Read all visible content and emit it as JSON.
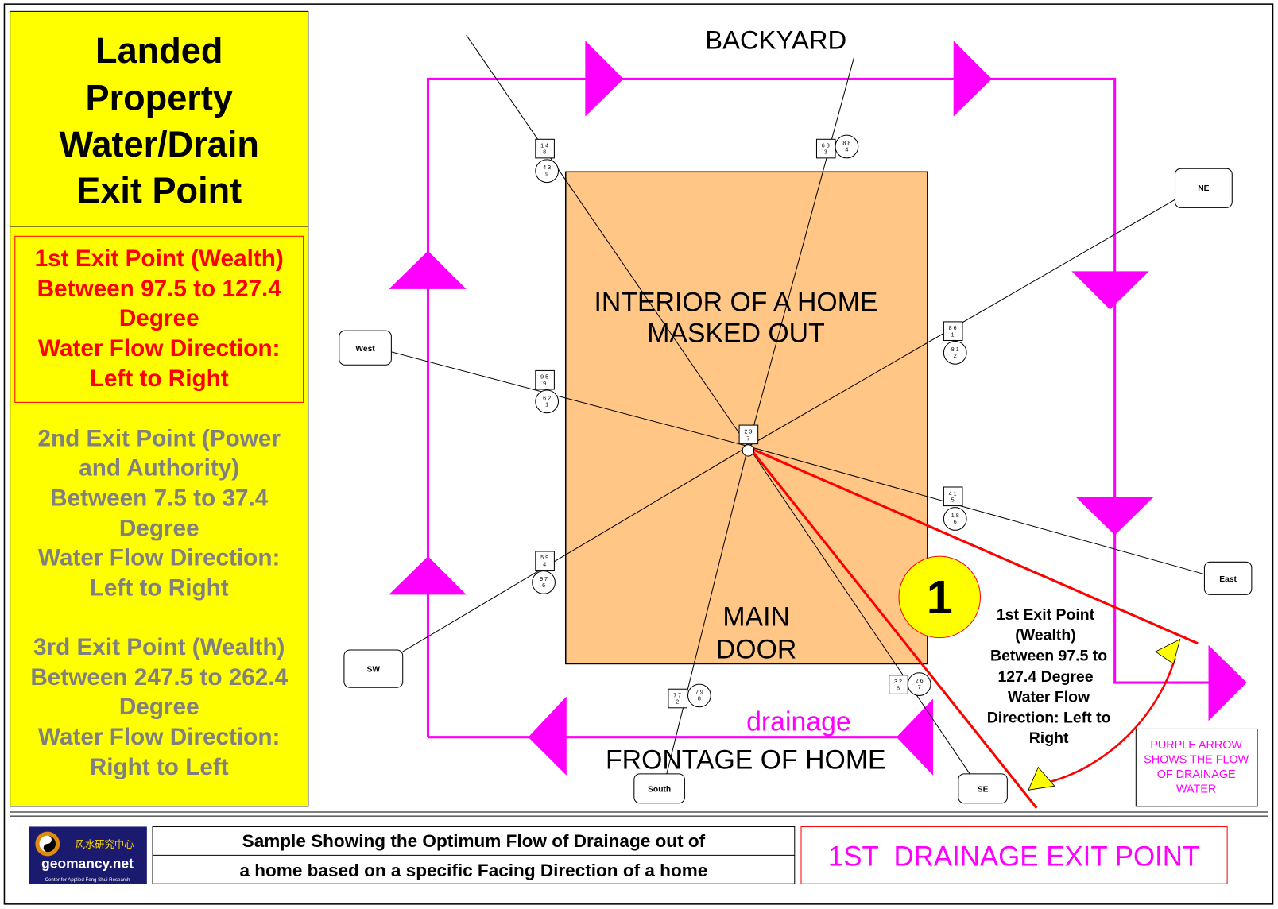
{
  "title_lines": [
    "Landed",
    "Property",
    "Water/Drain",
    "Exit Point"
  ],
  "exit1": {
    "lines": [
      "1st Exit Point (Wealth)",
      "Between 97.5 to 127.4",
      "Degree",
      "Water Flow Direction:",
      "Left to Right"
    ]
  },
  "exit2": {
    "lines": [
      "2nd Exit Point (Power",
      "and Authority)",
      "Between 7.5 to 37.4",
      "Degree",
      "Water Flow Direction:",
      "Left to Right"
    ]
  },
  "exit3": {
    "lines": [
      "3rd Exit Point (Wealth)",
      "Between 247.5 to 262.4",
      "Degree",
      "Water Flow Direction:",
      "Right to Left"
    ]
  },
  "diagram": {
    "backyard": "BACKYARD",
    "interior": [
      "INTERIOR OF A HOME",
      "MASKED OUT"
    ],
    "main_door": [
      "MAIN",
      "DOOR"
    ],
    "drainage": "drainage",
    "frontage": "FRONTAGE OF HOME",
    "marker_number": "1",
    "directions": {
      "west": "West",
      "ne": "NE",
      "east": "East",
      "sw": "SW",
      "south": "South",
      "se": "SE"
    },
    "stars": {
      "nw_sq": [
        "1 4",
        "8"
      ],
      "nw_ci": [
        "4 3",
        "9"
      ],
      "n_sq": [
        "6 8",
        "3"
      ],
      "n_ci": [
        "8 8",
        "4"
      ],
      "ne_sq": [
        "8 6",
        "1"
      ],
      "ne_ci": [
        "8 1",
        "2"
      ],
      "w_sq": [
        "9 5",
        "9"
      ],
      "w_ci": [
        "6 2",
        "1"
      ],
      "c_sq": [
        "2 3",
        "7"
      ],
      "e_sq": [
        "4 1",
        "5"
      ],
      "e_ci": [
        "1 8",
        "6"
      ],
      "sw_sq": [
        "5 9",
        "4"
      ],
      "sw_ci": [
        "9 7",
        "6"
      ],
      "s_sq": [
        "7 7",
        "2"
      ],
      "s_ci": [
        "7 9",
        "8"
      ],
      "se_sq": [
        "3 2",
        "6"
      ],
      "se_ci": [
        "2 6",
        "7"
      ]
    },
    "exit_note": [
      "1st Exit Point",
      "(Wealth)",
      "Between 97.5 to",
      "127.4 Degree",
      "Water Flow",
      "Direction: Left to",
      "Right"
    ],
    "legend": [
      "PURPLE ARROW",
      "SHOWS THE FLOW",
      "OF DRAINAGE",
      "WATER"
    ]
  },
  "footer": {
    "logo_text": "geomancy.net",
    "logo_chinese": "风水研究中心",
    "logo_sub": "Center for Applied Feng Shui Research",
    "caption": [
      "Sample Showing the Optimum Flow of Drainage out of",
      "a home based on a specific Facing Direction of a home"
    ],
    "banner": "1ST  DRAINAGE EXIT POINT"
  },
  "colors": {
    "magenta": "#ff00ff",
    "yellow": "#ffff00",
    "orange": "#ffc685",
    "red": "#ff0000",
    "gray": "#808080"
  }
}
